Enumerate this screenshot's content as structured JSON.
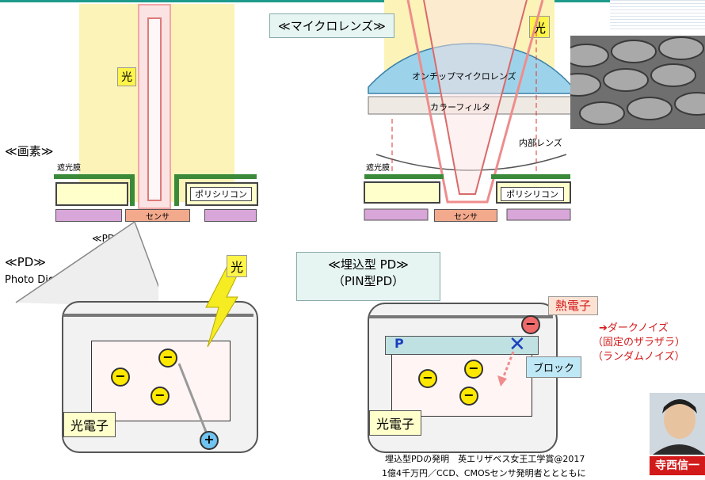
{
  "header": {
    "microlens_title": "≪マイクロレンズ≫"
  },
  "left_pixel": {
    "title": "≪画素≫",
    "light_label": "光",
    "shade_label": "遮光膜",
    "poly_label": "ポリシリコン",
    "sensor_label": "センサ",
    "pd_caption": "≪PD≫"
  },
  "right_pixel": {
    "light_label": "光",
    "on_chip_label": "オンチップマイクロレンズ",
    "color_filter_label": "カラーフィルタ",
    "inner_lens_label": "内部レンズ",
    "shade_label": "遮光膜",
    "poly_label": "ポリシリコン",
    "sensor_label": "センサ"
  },
  "pd_section": {
    "title": "≪PD≫",
    "subtitle": "Photo Diode",
    "light_label": "光",
    "photoelectron_label": "光電子",
    "electron_symbol": "−",
    "hole_symbol": "+"
  },
  "buried_pd": {
    "title": "≪埋込型 PD≫",
    "subtitle": "（PIN型PD）",
    "thermal_label": "熱電子",
    "p_label": "P",
    "block_label": "ブロック",
    "photoelectron_label": "光電子",
    "dark_noise": "➔ダークノイズ",
    "fixed_noise": "（固定のザラザラ）",
    "random_noise": "（ランダムノイズ）"
  },
  "footer": {
    "line1": "埋込型PDの発明　英エリザベス女王工学賞@2017",
    "line2": "1億4千万円／CCD、CMOSセンサ発明者ととともに",
    "name": "寺西信一"
  },
  "colors": {
    "accent": "#1e9a8c",
    "light": "#fff44a",
    "thermal": "#d21a1a"
  }
}
